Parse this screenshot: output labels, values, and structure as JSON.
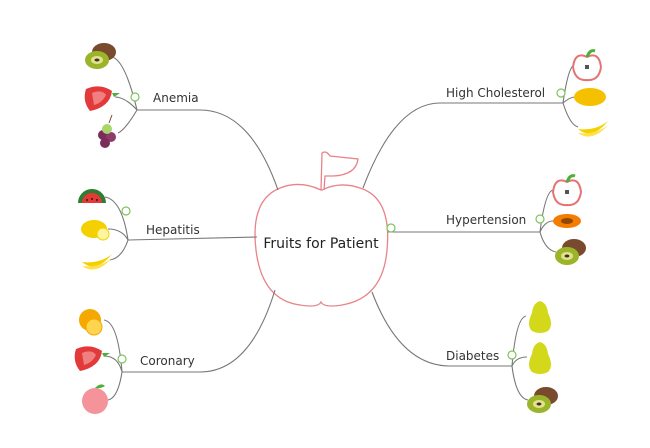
{
  "central_topic": "Fruits for Patient",
  "colors": {
    "apple_outline": "#e8838a",
    "edge": "#777777",
    "collapse": "#7cc45a"
  },
  "branches": [
    {
      "label": "Anemia",
      "fruits": [
        "kiwi",
        "strawberry",
        "grapes"
      ]
    },
    {
      "label": "Hepatitis",
      "fruits": [
        "watermelon",
        "lemon",
        "banana"
      ]
    },
    {
      "label": "Coronary",
      "fruits": [
        "orange",
        "strawberry",
        "peach"
      ]
    },
    {
      "label": "High Cholesterol",
      "fruits": [
        "apple",
        "mango",
        "banana"
      ]
    },
    {
      "label": "Hypertension",
      "fruits": [
        "apple",
        "papaya",
        "kiwi"
      ]
    },
    {
      "label": "Diabetes",
      "fruits": [
        "pear",
        "pear",
        "kiwi"
      ]
    }
  ]
}
